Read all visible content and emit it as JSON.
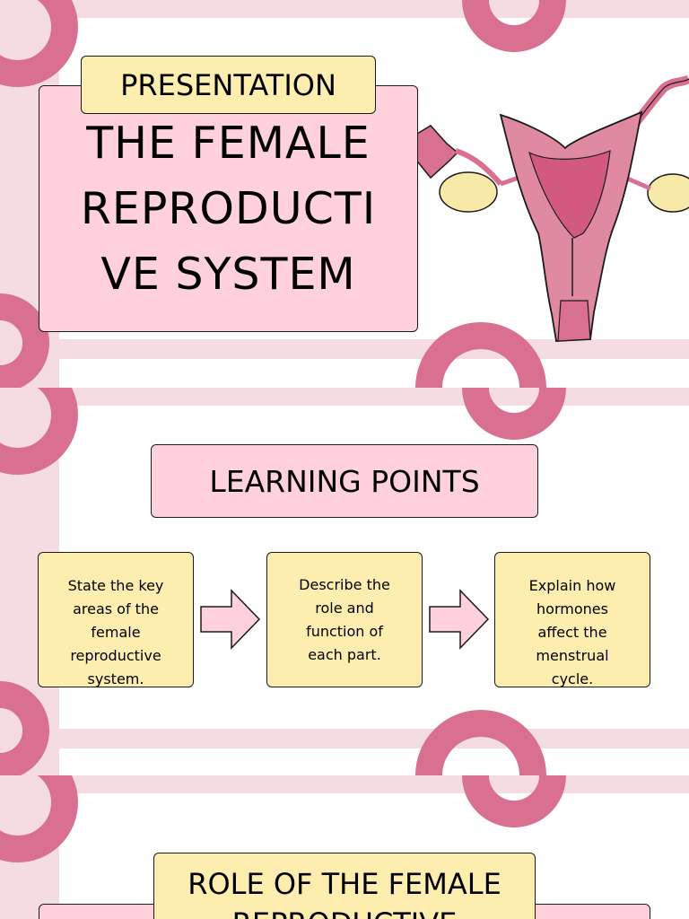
{
  "slides": [
    {
      "tag": "PRESENTATION",
      "title_lines": [
        "THE FEMALE",
        "REPRODUCTI",
        "VE SYSTEM"
      ]
    },
    {
      "heading": "LEARNING POINTS",
      "cards": [
        {
          "lines": [
            "State the key",
            "areas of the",
            "female",
            "reproductive",
            "system."
          ]
        },
        {
          "lines": [
            "Describe the",
            "role and",
            "function of",
            "each part."
          ]
        },
        {
          "lines": [
            "Explain how",
            "hormones",
            "affect the",
            "menstrual",
            "cycle."
          ]
        }
      ]
    },
    {
      "heading_lines": [
        "ROLE OF THE FEMALE",
        "REPRODUCTIVE"
      ]
    }
  ],
  "colors": {
    "accent_pink": "#d9708f",
    "stripe_pink": "#f5dbe2",
    "box_pink": "#ffd1dc",
    "box_yellow": "#fdeeb0"
  }
}
